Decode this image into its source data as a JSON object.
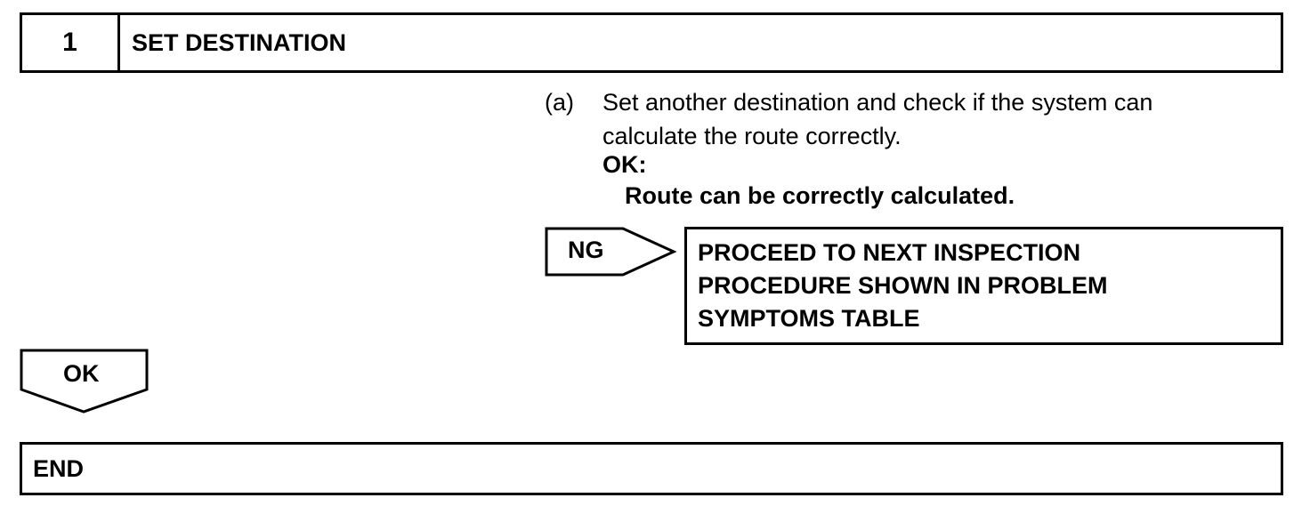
{
  "step": {
    "number": "1",
    "title": "SET DESTINATION"
  },
  "instruction": {
    "label": "(a)",
    "line1": "Set another destination and check if the system can",
    "line2": "calculate the route correctly."
  },
  "ok_condition": {
    "heading": "OK:",
    "result": "Route can be correctly calculated."
  },
  "ng_branch": {
    "label": "NG",
    "action_lines": [
      "PROCEED TO NEXT INSPECTION",
      "PROCEDURE SHOWN IN PROBLEM",
      "SYMPTOMS TABLE"
    ]
  },
  "ok_branch": {
    "label": "OK"
  },
  "end": {
    "label": "END"
  }
}
